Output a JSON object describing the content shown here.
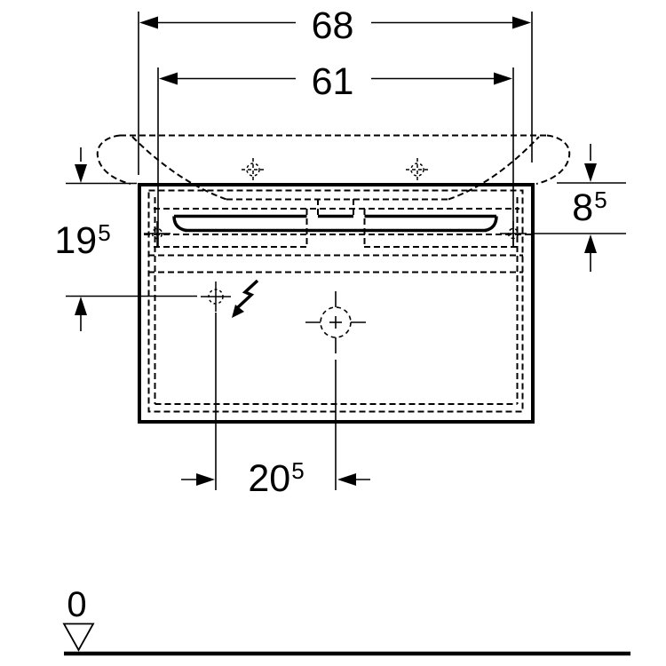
{
  "drawing": {
    "kind": "technical dimension drawing",
    "subject": "washbasin with cabinet, front elevation"
  },
  "dimensions": {
    "outer_width": {
      "base": "68",
      "sup": ""
    },
    "inner_width": {
      "base": "61",
      "sup": ""
    },
    "left_height": {
      "base": "19",
      "sup": "5"
    },
    "right_height": {
      "base": "8",
      "sup": "5"
    },
    "bottom_offset": {
      "base": "20",
      "sup": "5"
    },
    "floor_datum": {
      "base": "0",
      "sup": ""
    }
  },
  "colors": {
    "line": "#000000",
    "background": "#ffffff"
  },
  "symbols": {
    "electrical_connection": "lightning-bolt-icon",
    "drain_position": "dashed-circle-crosshair",
    "faucet_holes": "dash-dot-crosshair",
    "mounting_points": "cross-with-circle",
    "floor_datum": "open-triangle-marker"
  }
}
